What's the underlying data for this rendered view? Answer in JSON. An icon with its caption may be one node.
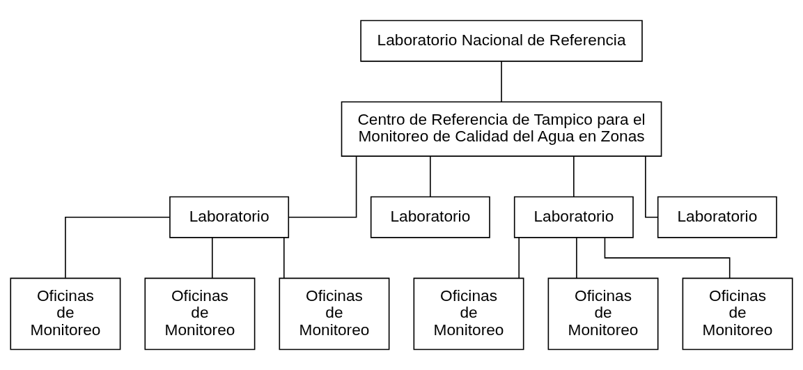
{
  "diagram": {
    "nodes": [
      {
        "text": [
          "Laboratorio Nacional de Referencia"
        ]
      },
      {
        "text": [
          "Centro de Referencia de Tampico para el Monitoreo de Calidad del Agua en Zonas"
        ]
      },
      {
        "text": [
          "Laboratorio"
        ]
      },
      {
        "text": [
          "Laboratorio"
        ]
      },
      {
        "text": [
          "Laboratorio"
        ]
      },
      {
        "text": [
          "Laboratorio"
        ]
      },
      {
        "text": [
          "Oficinas de Monitoreo"
        ]
      },
      {
        "text": [
          "Oficinas de Monitoreo"
        ]
      },
      {
        "text": [
          "Oficinas de Monitoreo"
        ]
      },
      {
        "text": [
          "Oficinas de Monitoreo"
        ]
      },
      {
        "text": [
          "Oficinas de Monitoreo"
        ]
      },
      {
        "text": [
          "Oficinas de Monitoreo"
        ]
      }
    ],
    "edges": [
      {
        "from": 0,
        "to": 1,
        "arrow": "none"
      },
      {
        "from": 1,
        "to": 2,
        "arrow": "none"
      },
      {
        "from": 1,
        "to": 3,
        "arrow": "none"
      },
      {
        "from": 1,
        "to": 4,
        "arrow": "none"
      },
      {
        "from": 1,
        "to": 5,
        "arrow": "none"
      },
      {
        "from": 2,
        "to": 6,
        "arrow": "none"
      },
      {
        "from": 2,
        "to": 7,
        "arrow": "none"
      },
      {
        "from": 2,
        "to": 8,
        "arrow": "none"
      },
      {
        "from": 4,
        "to": 9,
        "arrow": "none"
      },
      {
        "from": 4,
        "to": 10,
        "arrow": "none"
      },
      {
        "from": 4,
        "to": 11,
        "arrow": "none"
      }
    ]
  }
}
